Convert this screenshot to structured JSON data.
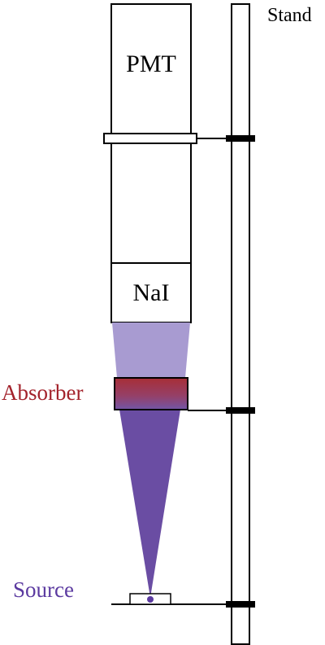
{
  "labels": {
    "stand": "Stand",
    "pmt": "PMT",
    "nai": "NaI",
    "absorber": "Absorber",
    "source": "Source"
  },
  "colors": {
    "outline": "#000000",
    "absorber": "#a3232c",
    "absorber_text": "#a3232c",
    "beam_lower": "#6a4da3",
    "beam_upper": "#a89bd1",
    "source_text": "#5b3aa0",
    "source_dot": "#5b3aa0"
  }
}
